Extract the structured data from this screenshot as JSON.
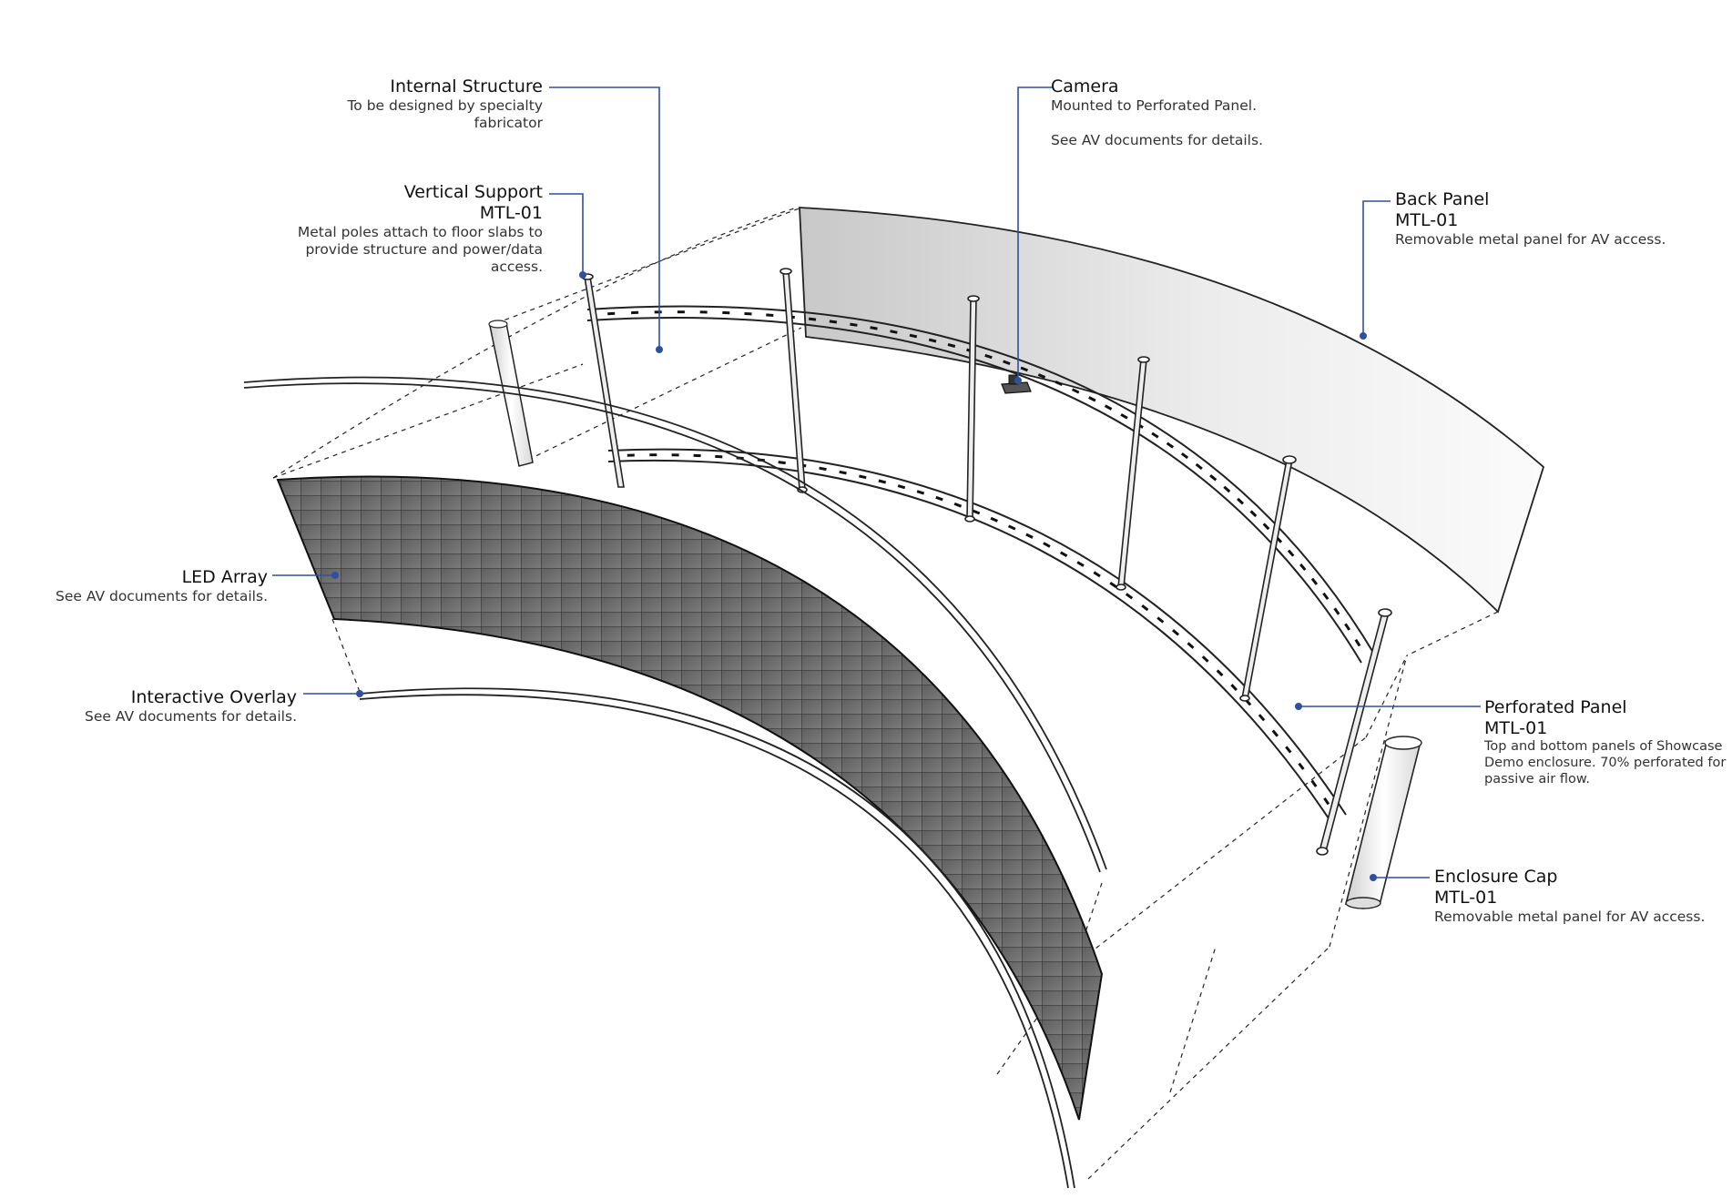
{
  "colors": {
    "leader": "#2f4fa0",
    "line": "#222222",
    "led_fill": "#6b6b6b",
    "panel_light": "#f4f4f4",
    "panel_dark": "#c9c9c9"
  },
  "callouts": {
    "internal_structure": {
      "title": "Internal Structure",
      "code": "",
      "desc": "To be designed by specialty\nfabricator"
    },
    "vertical_support": {
      "title": "Vertical Support",
      "code": "MTL-01",
      "desc": "Metal poles attach to floor slabs to\nprovide structure and power/data\naccess."
    },
    "camera": {
      "title": "Camera",
      "code": "",
      "desc": "Mounted to Perforated Panel.\n\nSee AV documents for details."
    },
    "back_panel": {
      "title": "Back Panel",
      "code": "MTL-01",
      "desc": "Removable metal panel for AV access."
    },
    "led_array": {
      "title": "LED Array",
      "code": "",
      "desc": "See AV documents for details."
    },
    "interactive_overlay": {
      "title": "Interactive Overlay",
      "code": "",
      "desc": "See AV documents for details."
    },
    "perforated_panel": {
      "title": "Perforated Panel",
      "code": "MTL-01",
      "desc": "Top and bottom panels of Showcase\nDemo enclosure. 70% perforated for\npassive air flow."
    },
    "enclosure_cap": {
      "title": "Enclosure Cap",
      "code": "MTL-01",
      "desc": "Removable metal panel for AV access."
    }
  }
}
